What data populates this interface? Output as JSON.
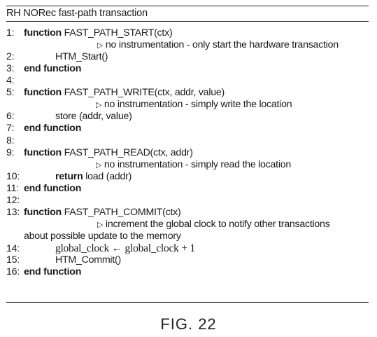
{
  "caption": "RH NORec fast-path transaction",
  "figure_label": "FIG. 22",
  "lines": {
    "l1": {
      "num": "1:",
      "kw": "function",
      "text": "FAST_PATH_START(ctx)"
    },
    "c1": {
      "text": "no instrumentation - only start the hardware transaction"
    },
    "l2": {
      "num": "2:",
      "text": "HTM_Start()"
    },
    "l3": {
      "num": "3:",
      "kw": "end function"
    },
    "l4": {
      "num": "4:"
    },
    "l5": {
      "num": "5:",
      "kw": "function",
      "text": "FAST_PATH_WRITE(ctx, addr, value)"
    },
    "c5": {
      "text": "no instrumentation - simply write the location"
    },
    "l6": {
      "num": "6:",
      "text": "store (addr, value)"
    },
    "l7": {
      "num": "7:",
      "kw": "end function"
    },
    "l8": {
      "num": "8:"
    },
    "l9": {
      "num": "9:",
      "kw": "function",
      "text": "FAST_PATH_READ(ctx, addr)"
    },
    "c9": {
      "text": "no instrumentation - simply read the location"
    },
    "l10": {
      "num": "10:",
      "kw": "return",
      "text": "load (addr)"
    },
    "l11": {
      "num": "11:",
      "kw": "end function"
    },
    "l12": {
      "num": "12:"
    },
    "l13": {
      "num": "13:",
      "kw": "function",
      "text": "FAST_PATH_COMMIT(ctx)"
    },
    "c13a": {
      "text": "increment the global clock to notify other transactions"
    },
    "c13b": {
      "text": "about possible update to the memory"
    },
    "l14": {
      "num": "14:",
      "text": "global_clock ← global_clock + 1"
    },
    "l15": {
      "num": "15:",
      "text": "HTM_Commit()"
    },
    "l16": {
      "num": "16:",
      "kw": "end function"
    }
  },
  "icons": {
    "comment_marker": "triangle-right-icon"
  }
}
